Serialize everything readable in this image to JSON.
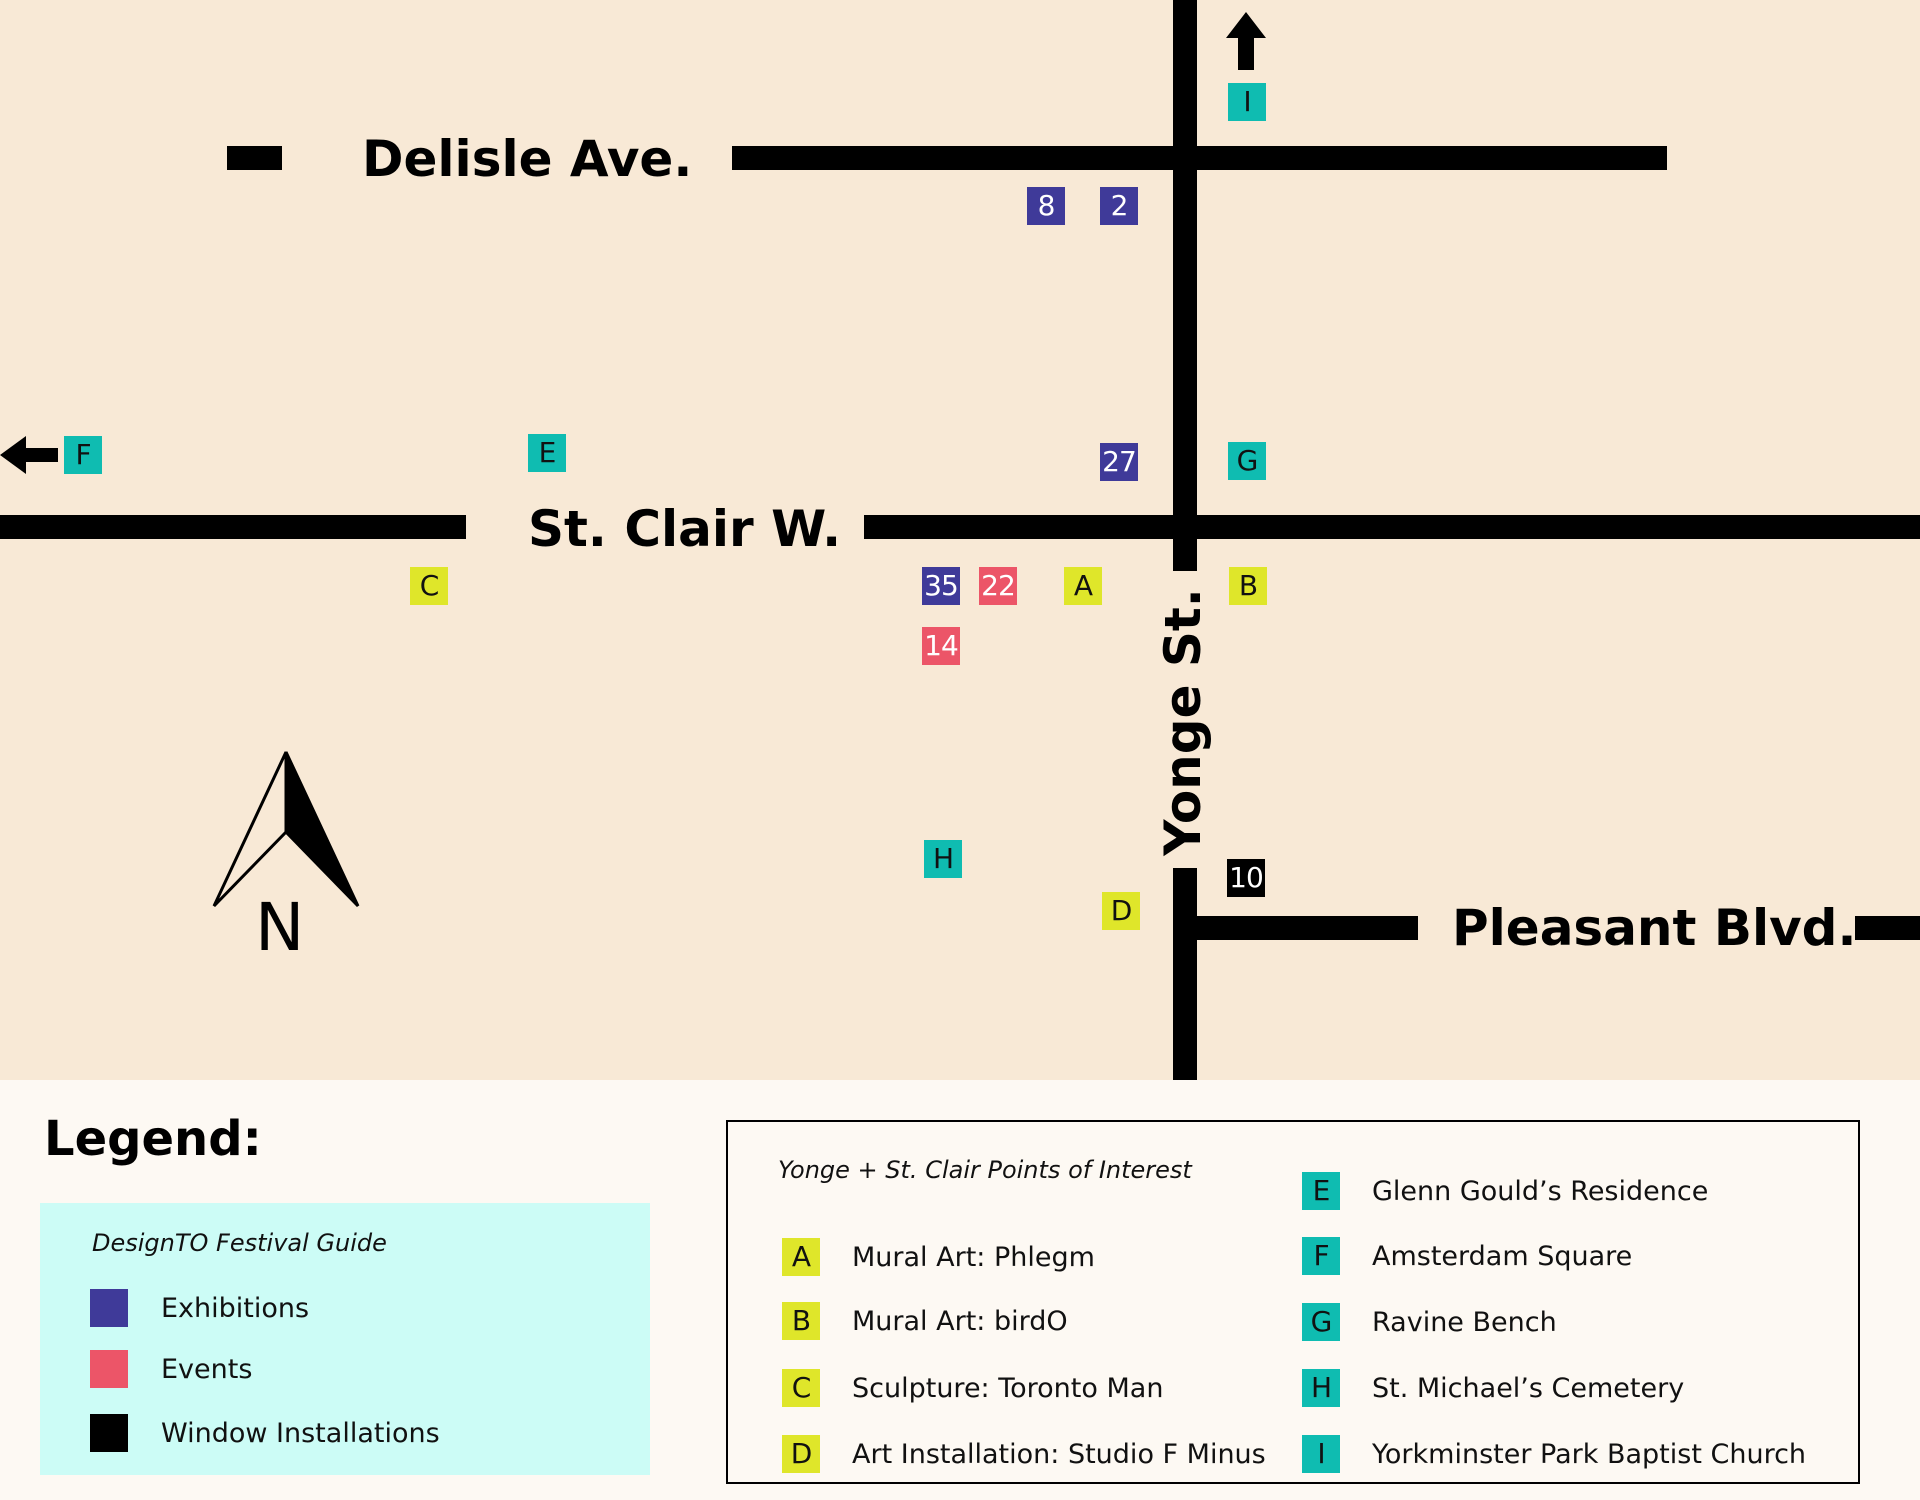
{
  "map": {
    "streets": {
      "delisle": "Delisle Ave.",
      "st_clair": "St. Clair W.",
      "yonge": "Yonge St.",
      "pleasant": "Pleasant Blvd."
    },
    "north_label": "N",
    "markers": {
      "m8": "8",
      "m2": "2",
      "m27": "27",
      "m35": "35",
      "m22": "22",
      "m14": "14",
      "m10": "10",
      "mA": "A",
      "mB": "B",
      "mC": "C",
      "mD": "D",
      "mE": "E",
      "mF": "F",
      "mG": "G",
      "mH": "H",
      "mI": "I"
    },
    "colors": {
      "background": "#f8e9d6",
      "exhibitions": "#3f3a99",
      "events": "#ec5568",
      "window_installations": "#000000",
      "points_of_interest": "#0fbcb1",
      "art": "#dfe62a"
    }
  },
  "legend": {
    "title": "Legend:",
    "festival": {
      "title": "DesignTO Festival Guide",
      "items": [
        "Exhibitions",
        "Events",
        "Window Installations"
      ]
    },
    "poi": {
      "title": "Yonge + St. Clair Points of Interest",
      "items": [
        {
          "key": "A",
          "label": "Mural Art: Phlegm"
        },
        {
          "key": "B",
          "label": "Mural Art: birdO"
        },
        {
          "key": "C",
          "label": "Sculpture: Toronto Man"
        },
        {
          "key": "D",
          "label": "Art Installation: Studio F Minus"
        },
        {
          "key": "E",
          "label": "Glenn Gould’s Residence"
        },
        {
          "key": "F",
          "label": "Amsterdam Square"
        },
        {
          "key": "G",
          "label": "Ravine Bench"
        },
        {
          "key": "H",
          "label": "St. Michael’s Cemetery"
        },
        {
          "key": "I",
          "label": "Yorkminster Park Baptist Church"
        }
      ]
    }
  }
}
